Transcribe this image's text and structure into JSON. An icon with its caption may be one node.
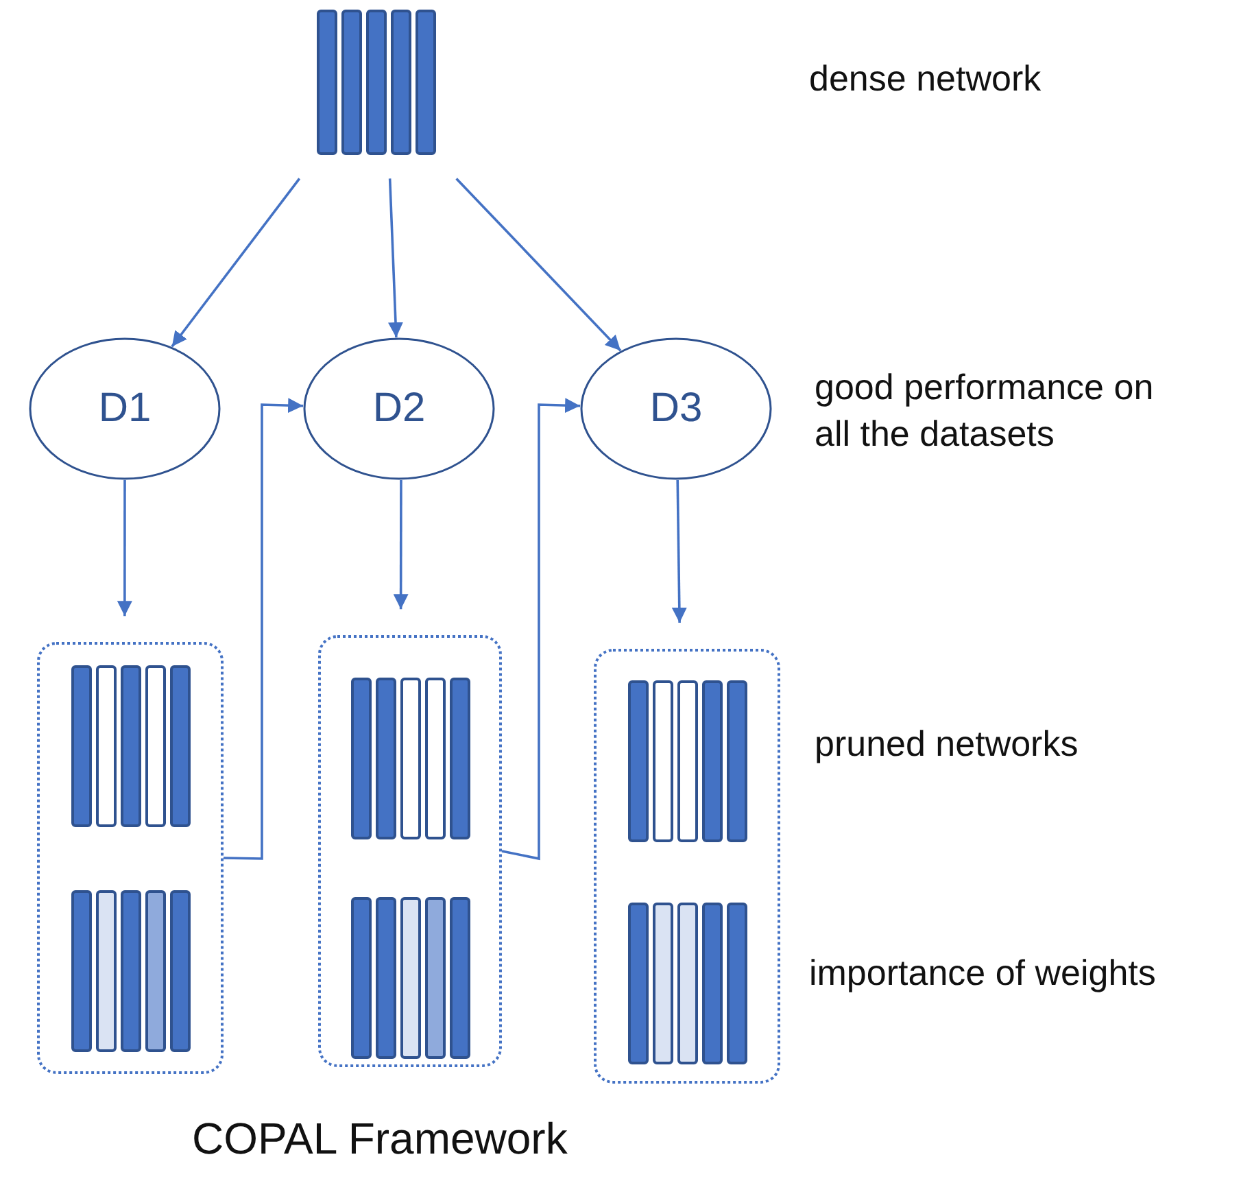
{
  "diagram": {
    "caption": "COPAL Framework",
    "nodes": [
      {
        "text": [],
        "shape": "picture"
      },
      {
        "text": [
          "D1"
        ]
      },
      {
        "text": [
          "D2"
        ]
      },
      {
        "text": [
          "D3"
        ]
      },
      {
        "text": [],
        "shape": "box"
      },
      {
        "text": [],
        "shape": "box"
      },
      {
        "text": [],
        "shape": "box"
      }
    ],
    "edges": [
      {
        "from": 0,
        "to": 1,
        "arrow": "to"
      },
      {
        "from": 0,
        "to": 2,
        "arrow": "to"
      },
      {
        "from": 0,
        "to": 3,
        "arrow": "to"
      },
      {
        "from": 1,
        "to": 4,
        "arrow": "to"
      },
      {
        "from": 2,
        "to": 5,
        "arrow": "to"
      },
      {
        "from": 3,
        "to": 6,
        "arrow": "to"
      },
      {
        "from": 4,
        "to": 2,
        "arrow": "to"
      },
      {
        "from": 5,
        "to": 3,
        "arrow": "to"
      }
    ],
    "labels": [
      "dense network",
      "good performance on all the datasets",
      "pruned networks",
      "importance of weights"
    ]
  }
}
